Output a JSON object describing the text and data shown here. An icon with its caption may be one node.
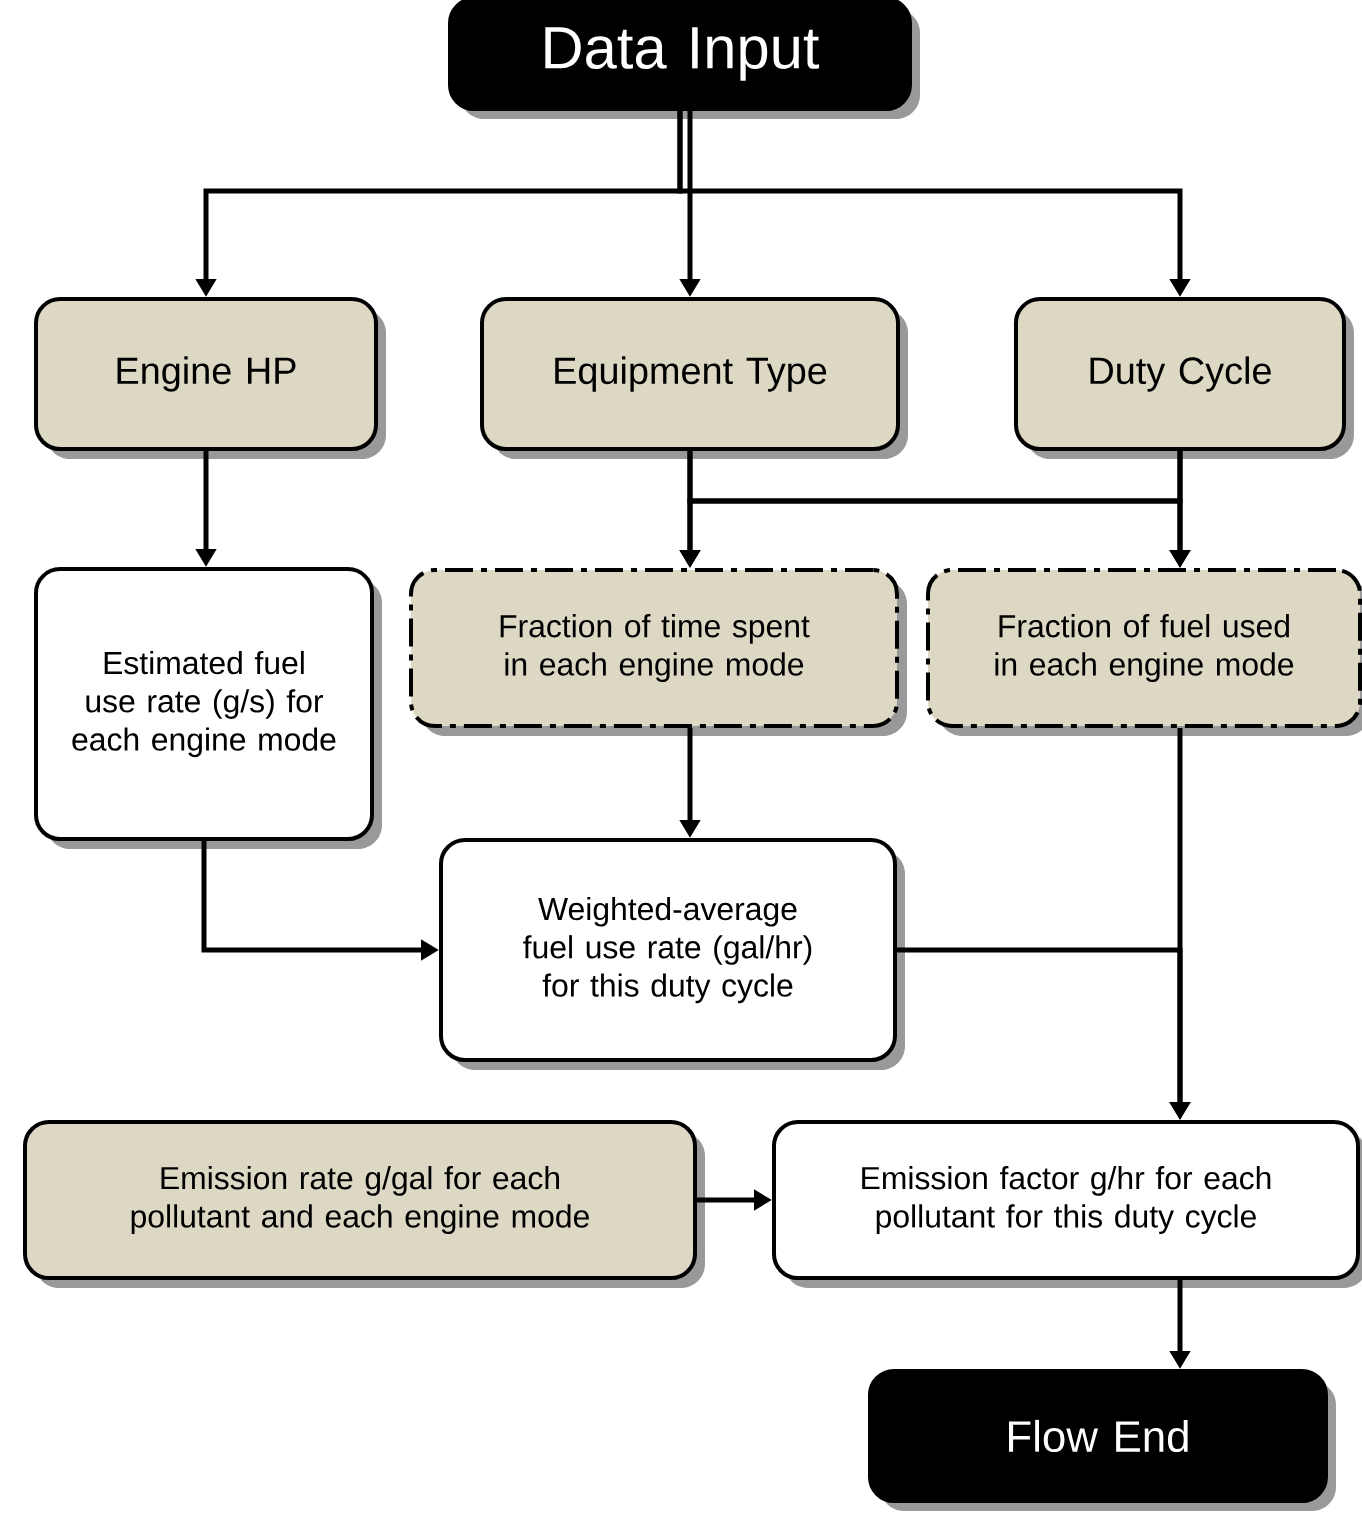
{
  "diagram": {
    "nodes": [
      {
        "text": [
          "Data Input"
        ]
      },
      {
        "text": [
          "Engine HP"
        ]
      },
      {
        "text": [
          "Equipment Type"
        ]
      },
      {
        "text": [
          "Duty Cycle"
        ]
      },
      {
        "text": [
          "Estimated fuel use rate (g/s) for each engine mode"
        ]
      },
      {
        "text": [
          "Fraction of time spent in each engine mode"
        ]
      },
      {
        "text": [
          "Fraction of fuel used in each engine mode"
        ]
      },
      {
        "text": [
          "Weighted-average fuel use rate (gal/hr) for this duty cycle"
        ]
      },
      {
        "text": [
          "Emission rate g/gal for each pollutant and each engine mode"
        ]
      },
      {
        "text": [
          "Emission factor g/hr for each pollutant for this duty cycle"
        ]
      },
      {
        "text": [
          "Flow End"
        ]
      }
    ],
    "edges": [
      {
        "from": 0,
        "to": 1,
        "arrow": "to"
      },
      {
        "from": 0,
        "to": 2,
        "arrow": "to"
      },
      {
        "from": 0,
        "to": 3,
        "arrow": "to"
      },
      {
        "from": 1,
        "to": 4,
        "arrow": "to"
      },
      {
        "from": 2,
        "to": 5,
        "arrow": "to"
      },
      {
        "from": 2,
        "to": 6,
        "arrow": "to"
      },
      {
        "from": 3,
        "to": 5,
        "arrow": "to"
      },
      {
        "from": 3,
        "to": 6,
        "arrow": "to"
      },
      {
        "from": 4,
        "to": 7,
        "arrow": "to"
      },
      {
        "from": 5,
        "to": 7,
        "arrow": "to"
      },
      {
        "from": 6,
        "to": 9,
        "arrow": "to"
      },
      {
        "from": 7,
        "to": 9,
        "arrow": "to"
      },
      {
        "from": 8,
        "to": 9,
        "arrow": "to"
      },
      {
        "from": 9,
        "to": 10,
        "arrow": "to"
      }
    ]
  }
}
